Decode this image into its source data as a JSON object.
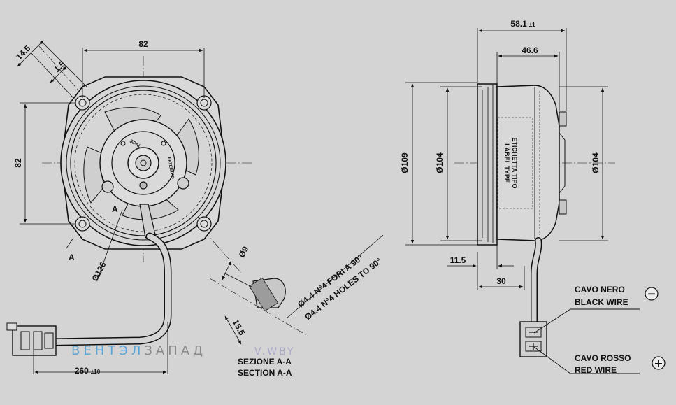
{
  "dims": {
    "width_front": "82",
    "height_front": "82",
    "offset_145": "14.5",
    "offset_15": "1.5",
    "dia_126": "Ø126",
    "section_mark_a": "A",
    "dia_9": "Ø9",
    "depth_155": "15.5",
    "cable_length": "260",
    "cable_tol": "±10",
    "depth_total": "58.1",
    "depth_total_tol": "±1",
    "depth_46": "46.6",
    "dia_109": "Ø109",
    "dia_104_a": "Ø104",
    "dia_104_b": "Ø104",
    "dim_115": "11.5",
    "dim_30": "30"
  },
  "labels": {
    "holes_it": "Ø4.4 N°4 FORI A 90°",
    "holes_en": "Ø4.4 N°4 HOLES TO 90°",
    "section_it": "SEZIONE A-A",
    "section_en": "SECTION A-A",
    "label_it": "ETICHETTA TIPO",
    "label_en": "LABEL TYPE",
    "black_it": "CAVO NERO",
    "black_en": "BLACK WIRE",
    "red_it": "CAVO ROSSO",
    "red_en": "RED WIRE",
    "minus": "−",
    "plus": "+",
    "hub_brand": "SPAL",
    "hub_patented": "PATENTED"
  },
  "watermark": {
    "part1": "ВЕНТЭЛ",
    "part2": "ЗАПАД",
    "part3": "V.WBY"
  }
}
